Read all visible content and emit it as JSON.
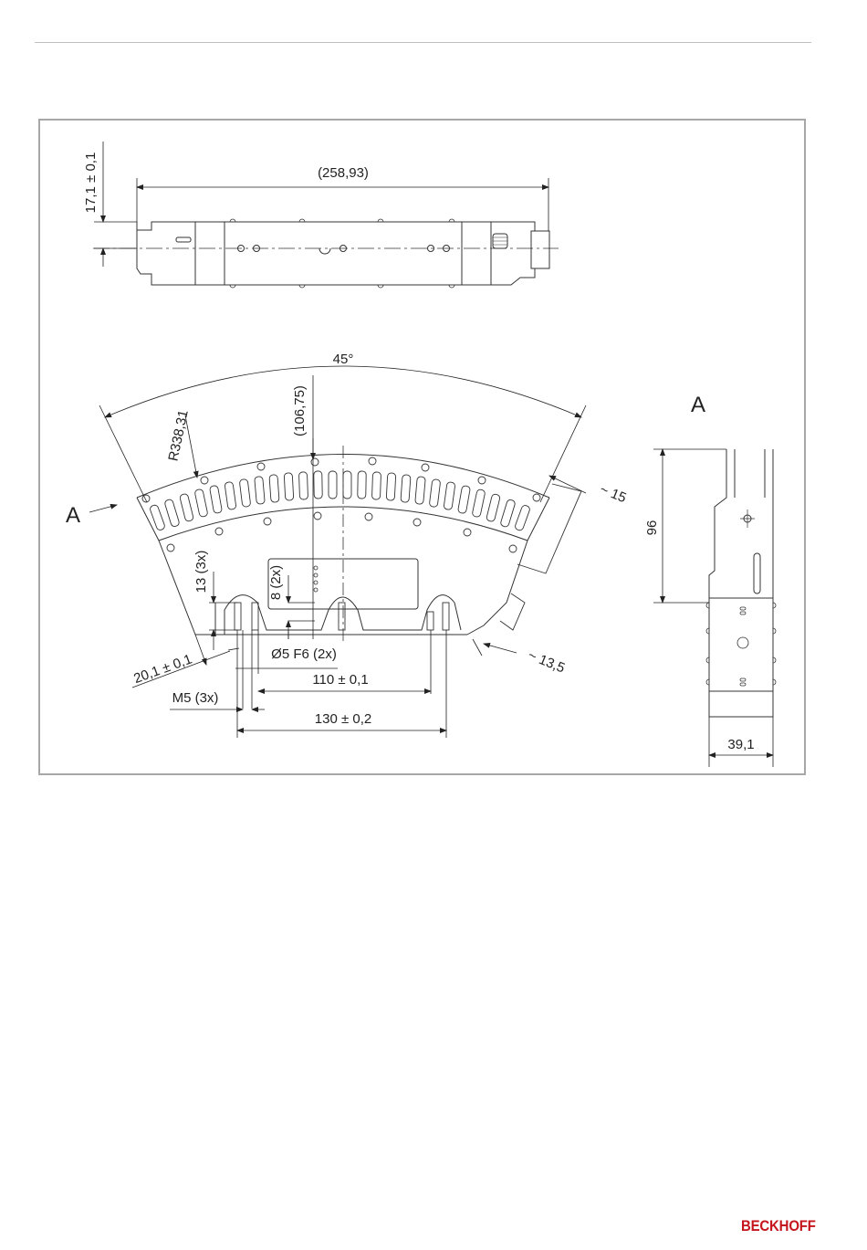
{
  "brand": {
    "logo_text": "BECKHOFF",
    "color": "#c4161c"
  },
  "drawing": {
    "top_view": {
      "overall_length": "(258,93)",
      "height_offset": "17,1 ± 0,1"
    },
    "main_view": {
      "angle": "45°",
      "radius": "R338,31",
      "center_distance": "(106,75)",
      "side_offset_right": "~ 15",
      "view_arrow_label": "A",
      "depth_3x": "13 (3x)",
      "depth_2x": "8 (2x)",
      "edge_offset": "20,1 ± 0,1",
      "bore": "Ø5 F6 (2x)",
      "pitch_110": "110 ± 0,1",
      "thread": "M5 (3x)",
      "pitch_130": "130 ± 0,2",
      "side_offset_right_bottom": "~ 13,5"
    },
    "side_view": {
      "label": "A",
      "height": "96",
      "width": "39,1"
    }
  }
}
